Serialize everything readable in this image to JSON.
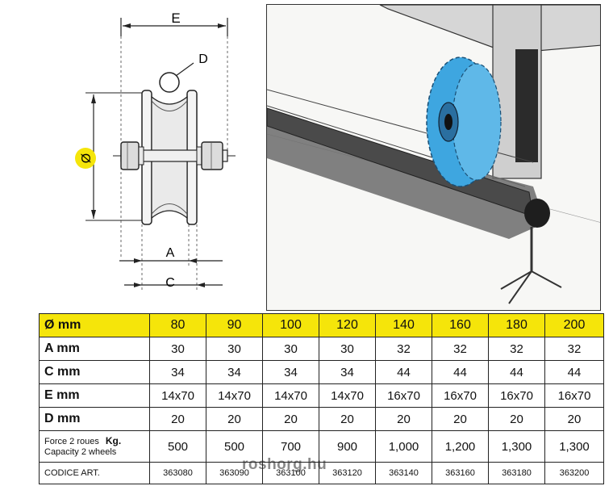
{
  "diagram": {
    "label_e": "E",
    "label_d": "D",
    "label_dia": "Ø",
    "label_a": "A",
    "label_c": "C"
  },
  "table": {
    "header_label": "Ø mm",
    "diameters": [
      "80",
      "90",
      "100",
      "120",
      "140",
      "160",
      "180",
      "200"
    ],
    "rows": [
      {
        "label": "A mm",
        "values": [
          "30",
          "30",
          "30",
          "30",
          "32",
          "32",
          "32",
          "32"
        ]
      },
      {
        "label": "C mm",
        "values": [
          "34",
          "34",
          "34",
          "34",
          "44",
          "44",
          "44",
          "44"
        ]
      },
      {
        "label": "E mm",
        "values": [
          "14x70",
          "14x70",
          "14x70",
          "14x70",
          "16x70",
          "16x70",
          "16x70",
          "16x70"
        ]
      },
      {
        "label": "D mm",
        "values": [
          "20",
          "20",
          "20",
          "20",
          "20",
          "20",
          "20",
          "20"
        ]
      }
    ],
    "capacity": {
      "label_line1": "Force 2 roues",
      "label_unit": "Kg.",
      "label_line2": "Capacity 2 wheels",
      "values": [
        "500",
        "500",
        "700",
        "900",
        "1,000",
        "1,200",
        "1,300",
        "1,300"
      ]
    },
    "codes": {
      "label": "CODICE ART.",
      "values": [
        "363080",
        "363090",
        "363100",
        "363120",
        "363140",
        "363160",
        "363180",
        "363200"
      ]
    }
  },
  "watermark": "roshorg.hu",
  "colors": {
    "highlight": "#f5e50a",
    "wheel_blue": "#3ea6e0"
  }
}
